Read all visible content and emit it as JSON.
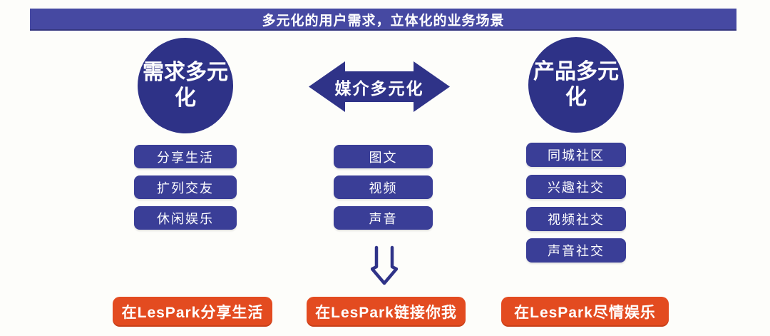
{
  "header": {
    "title": "多元化的用户需求，立体化的业务场景"
  },
  "nodes": {
    "left_circle": "需求多元化",
    "right_circle": "产品多元化",
    "center_arrow": "媒介多元化"
  },
  "columns": {
    "demand": {
      "items": [
        "分享生活",
        "扩列交友",
        "休闲娱乐"
      ]
    },
    "media": {
      "items": [
        "图文",
        "视频",
        "声音"
      ]
    },
    "product": {
      "items": [
        "同城社区",
        "兴趣社交",
        "视频社交",
        "声音社交"
      ]
    }
  },
  "footer": {
    "items": [
      "在LesPark分享生活",
      "在LesPark链接你我",
      "在LesPark尽情娱乐"
    ]
  },
  "colors": {
    "banner": "#4649a2",
    "circle": "#2e3287",
    "box": "#3a3e97",
    "arrow": "#2f3388",
    "orange": "#e34b20",
    "text": "#ffffff",
    "bg": "#fdfdfa"
  }
}
